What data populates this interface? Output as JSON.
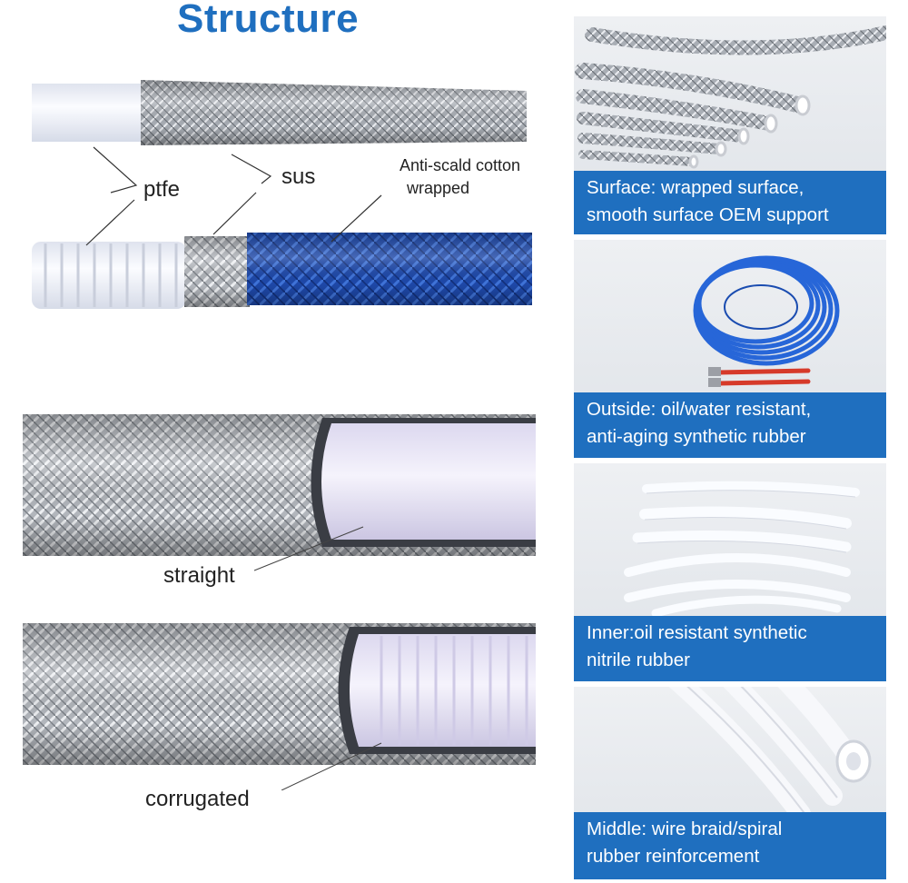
{
  "title": "Structure",
  "labels": {
    "ptfe": "ptfe",
    "sus": "sus",
    "anti_scald": "Anti-scald cotton",
    "wrapped": "wrapped",
    "straight": "straight",
    "corrugated": "corrugated"
  },
  "panels": [
    {
      "caption_line1": "Surface: wrapped surface,",
      "caption_line2": "smooth surface OEM support"
    },
    {
      "caption_line1": "Outside: oil/water resistant,",
      "caption_line2": "anti-aging synthetic rubber"
    },
    {
      "caption_line1": "Inner:oil resistant synthetic",
      "caption_line2": "nitrile rubber"
    },
    {
      "caption_line1": "Middle: wire braid/spiral",
      "caption_line2": "rubber reinforcement"
    }
  ],
  "colors": {
    "accent": "#1f6fbf",
    "blue_cotton": "#1f4fae",
    "steel": "#9aa0a8",
    "ptfe": "#f4f6fb"
  }
}
